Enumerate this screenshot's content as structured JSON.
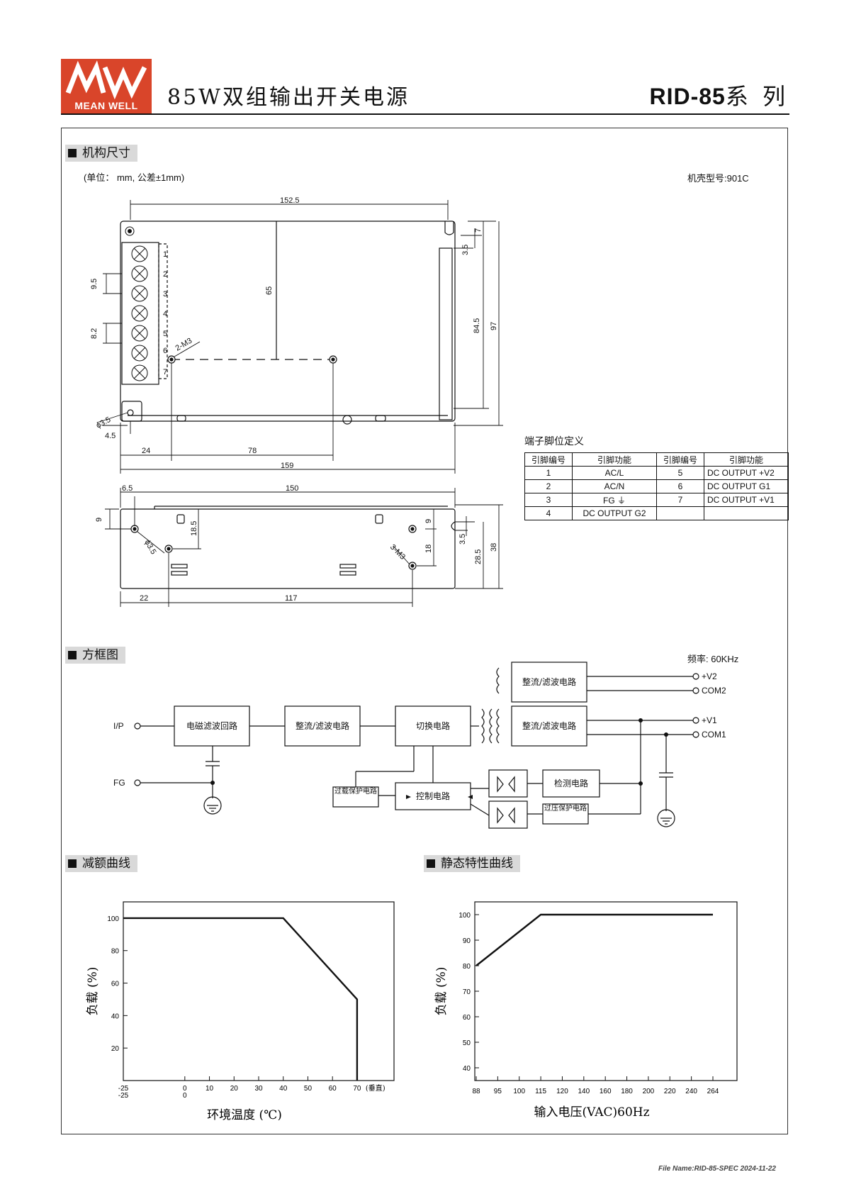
{
  "header": {
    "brand": "MEAN WELL",
    "title": "85W双组输出开关电源",
    "series_code": "RID-85",
    "series_suffix": "系 列"
  },
  "sections": {
    "mechanical": "机构尺寸",
    "block": "方框图",
    "derating": "减额曲线",
    "static": "静态特性曲线"
  },
  "mechanical": {
    "unit_note": "(单位： mm, 公差±1mm)",
    "case_no": "机壳型号:901C",
    "top_view": {
      "terminal_numbers": [
        "1",
        "2",
        "3",
        "4",
        "5",
        "6",
        "7"
      ],
      "dims": {
        "d152": "152.5",
        "d65": "65",
        "d7": "7",
        "d35a": "3.5",
        "d845": "84.5",
        "d97": "97",
        "d95": "9.5",
        "d82": "8.2",
        "m3": "2-M3",
        "phi": "ϕ3.5",
        "d45": "4.5",
        "d24": "24",
        "d78": "78",
        "d159": "159"
      }
    },
    "side_view": {
      "dims": {
        "d65": "6.5",
        "d150": "150",
        "d9": "9",
        "d185": "18.5",
        "phi": "ϕ3.5",
        "d9b": "9",
        "d18": "18",
        "m3": "3-M3",
        "d35": "3.5",
        "d285": "28.5",
        "d38": "38",
        "d22": "22",
        "d117": "117"
      }
    }
  },
  "pin_table": {
    "title": "端子脚位定义",
    "headers": [
      "引脚编号",
      "引脚功能",
      "引脚编号",
      "引脚功能"
    ],
    "rows": [
      [
        "1",
        "AC/L",
        "5",
        "DC OUTPUT +V2"
      ],
      [
        "2",
        "AC/N",
        "6",
        "DC OUTPUT G1"
      ],
      [
        "3",
        "FG ⏚",
        "7",
        "DC OUTPUT +V1"
      ],
      [
        "4",
        "DC OUTPUT G2",
        "",
        ""
      ]
    ]
  },
  "block_diagram": {
    "freq": "频率: 60KHz",
    "ip": "I/P",
    "fg": "FG",
    "emi": "电磁滤波回路",
    "rect_in": "整流/滤波电路",
    "switch": "切换电路",
    "rect_v2": "整流/滤波电路",
    "rect_v1": "整流/滤波电路",
    "olp": "过载保护电路",
    "control": "控制电路",
    "detect": "检测电路",
    "ovp": "过压保护电路",
    "out_v2": "+V2",
    "out_com2": "COM2",
    "out_v1": "+V1",
    "out_com1": "COM1"
  },
  "chart_data": [
    {
      "type": "line",
      "name_hint": "derating",
      "x": [
        -25,
        40,
        70,
        70
      ],
      "y": [
        100,
        100,
        50,
        0
      ],
      "xticks": [
        "-25",
        "0",
        "10",
        "20",
        "30",
        "40",
        "50",
        "60",
        "70"
      ],
      "xticks_sub": [
        "-25",
        "0"
      ],
      "yticks": [
        "100",
        "80",
        "60",
        "40",
        "20"
      ],
      "xlabel": "环境温度 (℃)",
      "ylabel": "负载 (%)",
      "x_note": "(垂直)",
      "xlim": [
        -25,
        85
      ],
      "ylim": [
        0,
        110
      ],
      "grid": false
    },
    {
      "type": "line",
      "name_hint": "static",
      "x": [
        88,
        115,
        264
      ],
      "y": [
        80,
        100,
        100
      ],
      "xticks": [
        "88",
        "95",
        "100",
        "115",
        "120",
        "140",
        "160",
        "180",
        "200",
        "220",
        "240",
        "264"
      ],
      "yticks": [
        "100",
        "90",
        "80",
        "70",
        "60",
        "50",
        "40"
      ],
      "xlabel": "输入电压(VAC)60Hz",
      "ylabel": "负载 (%)",
      "ylim": [
        35,
        105
      ],
      "grid": false
    }
  ],
  "footer": {
    "filename": "File Name:RID-85-SPEC  2024-11-22"
  },
  "colors": {
    "brand": "#d9452a",
    "ink": "#111111",
    "section_bg": "#d9d9d9"
  }
}
